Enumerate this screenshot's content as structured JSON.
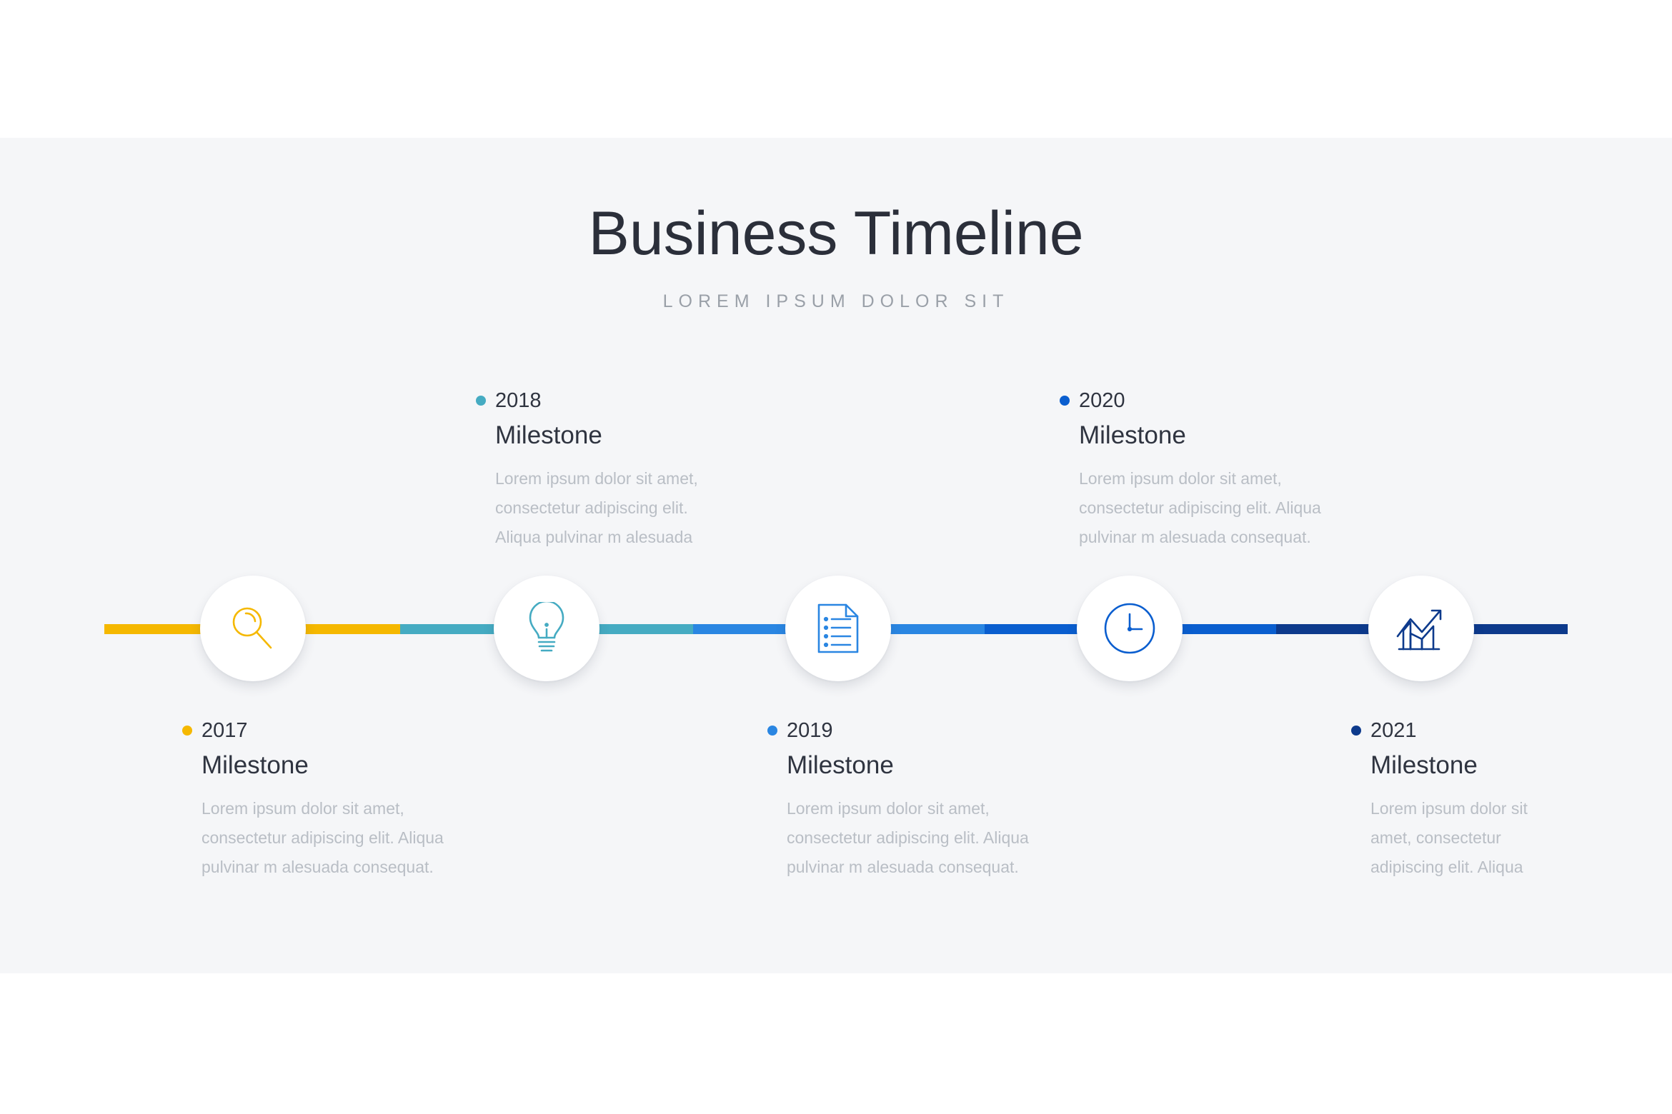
{
  "title": "Business Timeline",
  "subtitle": "LOREM IPSUM DOLOR SIT",
  "colors": {
    "yellow": "#f5b800",
    "teal": "#45abc2",
    "light_blue": "#2a86e2",
    "blue": "#0a5ecf",
    "navy": "#0d3a8c",
    "background": "#f5f6f8"
  },
  "milestones": [
    {
      "year": "2017",
      "title": "Milestone",
      "description": "Lorem ipsum dolor sit amet, consectetur adipiscing elit. Aliqua pulvinar m alesuada consequat.",
      "icon": "search-icon",
      "color": "#f5b800"
    },
    {
      "year": "2018",
      "title": "Milestone",
      "description": "Lorem ipsum dolor sit amet, consectetur adipiscing elit. Aliqua pulvinar m alesuada",
      "icon": "lightbulb-icon",
      "color": "#45abc2"
    },
    {
      "year": "2019",
      "title": "Milestone",
      "description": "Lorem ipsum dolor sit amet, consectetur adipiscing elit. Aliqua pulvinar m alesuada consequat.",
      "icon": "document-list-icon",
      "color": "#2a86e2"
    },
    {
      "year": "2020",
      "title": "Milestone",
      "description": "Lorem ipsum dolor sit amet, consectetur adipiscing elit. Aliqua pulvinar m alesuada consequat.",
      "icon": "clock-icon",
      "color": "#0a5ecf"
    },
    {
      "year": "2021",
      "title": "Milestone",
      "description": "Lorem ipsum dolor sit amet, consectetur adipiscing elit. Aliqua",
      "icon": "growth-chart-icon",
      "color": "#0d3a8c"
    }
  ]
}
